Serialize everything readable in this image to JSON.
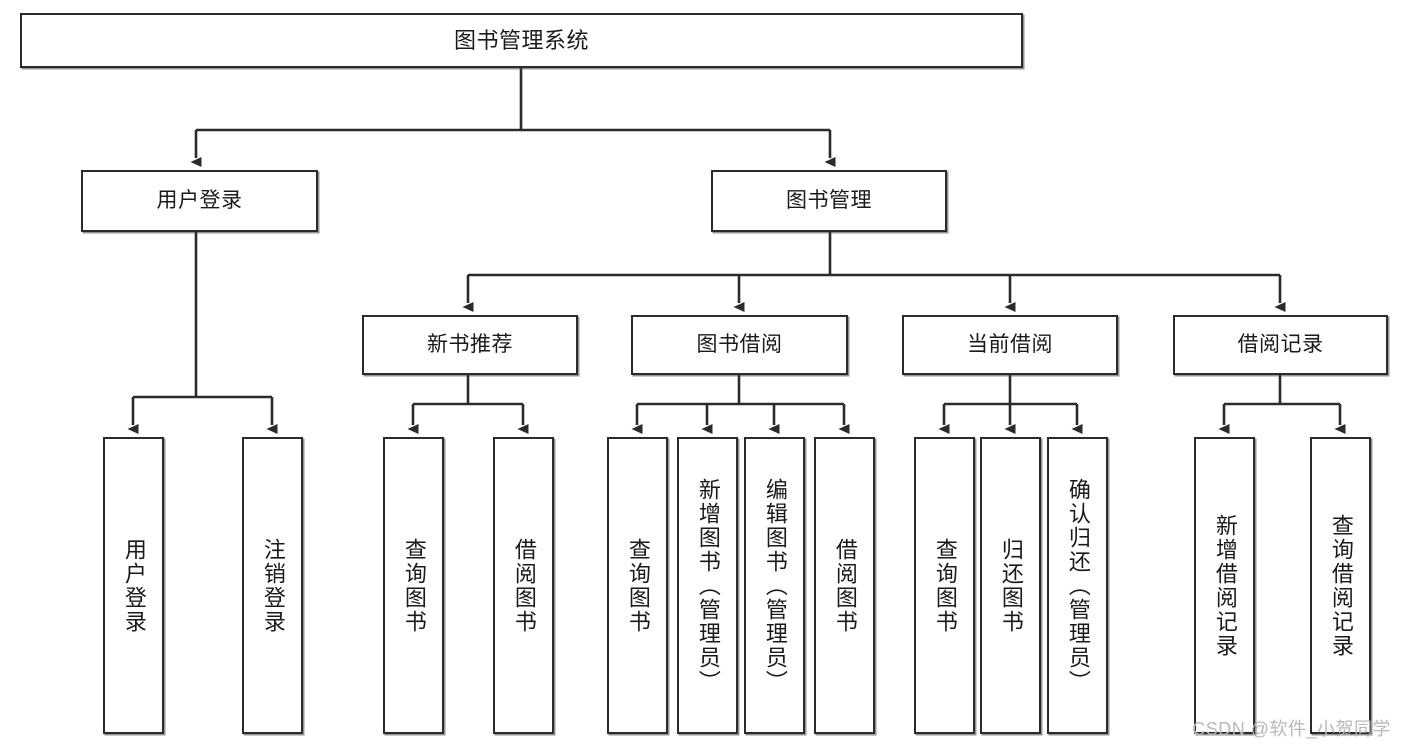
{
  "diagram": {
    "title": "图书管理系统",
    "type": "hierarchy-tree",
    "colors": {
      "border": "#2b2b2b",
      "box_fill": "#ffffff",
      "text": "#1a1a1a",
      "connector": "#2b2b2b",
      "watermark": "#b8b8b8"
    },
    "nodes": {
      "root": {
        "label": "图书管理系统",
        "level": 0
      },
      "user_login": {
        "label": "用户登录",
        "level": 1
      },
      "book_manage": {
        "label": "图书管理",
        "level": 1
      },
      "new_book_rec": {
        "label": "新书推荐",
        "level": 2
      },
      "book_borrow": {
        "label": "图书借阅",
        "level": 2
      },
      "current_borrow": {
        "label": "当前借阅",
        "level": 2
      },
      "borrow_record": {
        "label": "借阅记录",
        "level": 2
      },
      "leaf_user_login": {
        "label": "用户登录",
        "level": 3
      },
      "leaf_logout": {
        "label": "注销登录",
        "level": 3
      },
      "leaf_query_book_1": {
        "label": "查询图书",
        "level": 3
      },
      "leaf_borrow_book_1": {
        "label": "借阅图书",
        "level": 3
      },
      "leaf_query_book_2": {
        "label": "查询图书",
        "level": 3
      },
      "leaf_add_book": {
        "label": "新增图书（管理员）",
        "level": 3
      },
      "leaf_edit_book": {
        "label": "编辑图书（管理员）",
        "level": 3
      },
      "leaf_borrow_book_2": {
        "label": "借阅图书",
        "level": 3
      },
      "leaf_query_book_3": {
        "label": "查询图书",
        "level": 3
      },
      "leaf_return_book": {
        "label": "归还图书",
        "level": 3
      },
      "leaf_confirm_return": {
        "label": "确认归还（管理员）",
        "level": 3
      },
      "leaf_add_record": {
        "label": "新增借阅记录",
        "level": 3
      },
      "leaf_query_record": {
        "label": "查询借阅记录",
        "level": 3
      }
    }
  },
  "watermark": {
    "text": "CSDN @软件_小贺同学"
  }
}
